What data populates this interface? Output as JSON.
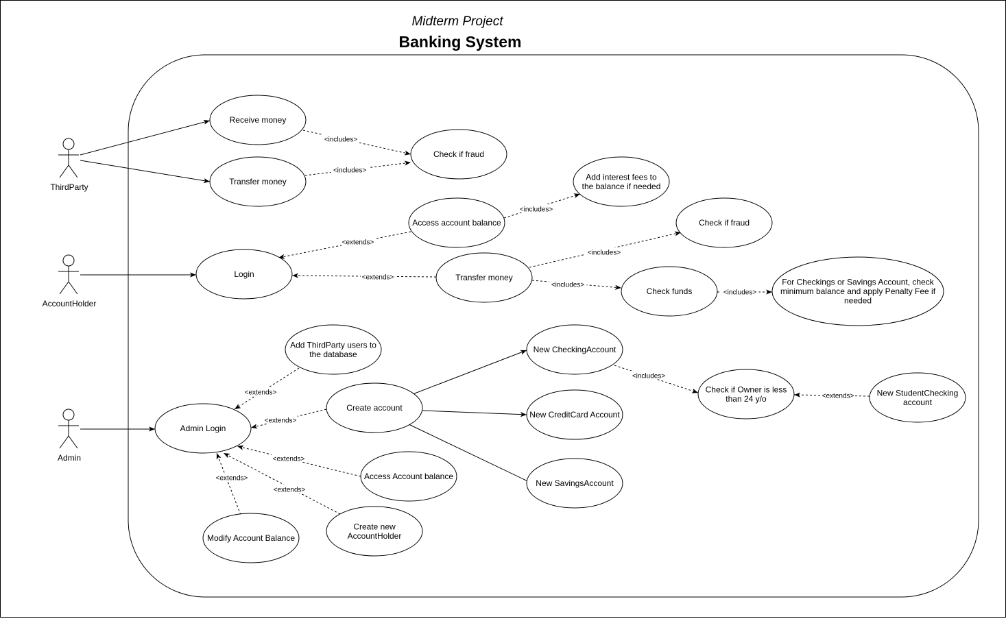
{
  "header": {
    "subtitle": "Midterm Project",
    "title": "Banking System"
  },
  "actors": [
    {
      "id": "thirdparty",
      "label": "ThirdParty"
    },
    {
      "id": "accountholder",
      "label": "AccountHolder"
    },
    {
      "id": "admin",
      "label": "Admin"
    }
  ],
  "use_cases": [
    {
      "id": "receive_money",
      "label": "Receive money"
    },
    {
      "id": "transfer_money_tp",
      "label": "Transfer money"
    },
    {
      "id": "check_fraud_tp",
      "label": "Check if fraud"
    },
    {
      "id": "add_interest",
      "label": "Add interest fees to the balance if needed"
    },
    {
      "id": "access_balance",
      "label": "Access account balance"
    },
    {
      "id": "check_fraud_ah",
      "label": "Check if fraud"
    },
    {
      "id": "login",
      "label": "Login"
    },
    {
      "id": "transfer_money_ah",
      "label": "Transfer money"
    },
    {
      "id": "check_funds",
      "label": "Check funds"
    },
    {
      "id": "min_balance",
      "label": "For Checkings or Savings Account, check minimum balance and apply Penalty Fee if needed"
    },
    {
      "id": "add_thirdparty",
      "label": "Add ThirdParty users to the database"
    },
    {
      "id": "new_checking",
      "label": "New CheckingAccount"
    },
    {
      "id": "check_owner_age",
      "label": "Check if Owner is less than 24 y/o"
    },
    {
      "id": "new_student_checking",
      "label": "New StudentChecking account"
    },
    {
      "id": "create_account",
      "label": "Create account"
    },
    {
      "id": "admin_login",
      "label": "Admin Login"
    },
    {
      "id": "new_credit_card",
      "label": "New CreditCard Account"
    },
    {
      "id": "access_account_balance_admin",
      "label": "Access Account balance"
    },
    {
      "id": "new_savings",
      "label": "New SavingsAccount"
    },
    {
      "id": "create_accountholder",
      "label": "Create new AccountHolder"
    },
    {
      "id": "modify_balance",
      "label": "Modify Account Balance"
    }
  ],
  "relations": [
    {
      "from": "thirdparty",
      "to": "receive_money",
      "kind": "association",
      "label": ""
    },
    {
      "from": "thirdparty",
      "to": "transfer_money_tp",
      "kind": "association",
      "label": ""
    },
    {
      "from": "receive_money",
      "to": "check_fraud_tp",
      "kind": "include",
      "label": "<includes>"
    },
    {
      "from": "transfer_money_tp",
      "to": "check_fraud_tp",
      "kind": "include",
      "label": "<includes>"
    },
    {
      "from": "accountholder",
      "to": "login",
      "kind": "association",
      "label": ""
    },
    {
      "from": "access_balance",
      "to": "login",
      "kind": "extend",
      "label": "<extends>"
    },
    {
      "from": "access_balance",
      "to": "add_interest",
      "kind": "include",
      "label": "<includes>"
    },
    {
      "from": "transfer_money_ah",
      "to": "login",
      "kind": "extend",
      "label": "<extends>"
    },
    {
      "from": "transfer_money_ah",
      "to": "check_fraud_ah",
      "kind": "include",
      "label": "<includes>"
    },
    {
      "from": "transfer_money_ah",
      "to": "check_funds",
      "kind": "include",
      "label": "<includes>"
    },
    {
      "from": "check_funds",
      "to": "min_balance",
      "kind": "include",
      "label": "<includes>"
    },
    {
      "from": "admin",
      "to": "admin_login",
      "kind": "association",
      "label": ""
    },
    {
      "from": "add_thirdparty",
      "to": "admin_login",
      "kind": "extend",
      "label": "<extends>"
    },
    {
      "from": "create_account",
      "to": "admin_login",
      "kind": "extend",
      "label": "<extends>"
    },
    {
      "from": "access_account_balance_admin",
      "to": "admin_login",
      "kind": "extend",
      "label": "<extends>"
    },
    {
      "from": "create_accountholder",
      "to": "admin_login",
      "kind": "extend",
      "label": "<extends>"
    },
    {
      "from": "modify_balance",
      "to": "admin_login",
      "kind": "extend",
      "label": "<extends>"
    },
    {
      "from": "create_account",
      "to": "new_checking",
      "kind": "association",
      "label": ""
    },
    {
      "from": "create_account",
      "to": "new_credit_card",
      "kind": "association",
      "label": ""
    },
    {
      "from": "create_account",
      "to": "new_savings",
      "kind": "association",
      "label": ""
    },
    {
      "from": "new_checking",
      "to": "check_owner_age",
      "kind": "include",
      "label": "<includes>"
    },
    {
      "from": "new_student_checking",
      "to": "check_owner_age",
      "kind": "extend",
      "label": "<extends>"
    }
  ]
}
